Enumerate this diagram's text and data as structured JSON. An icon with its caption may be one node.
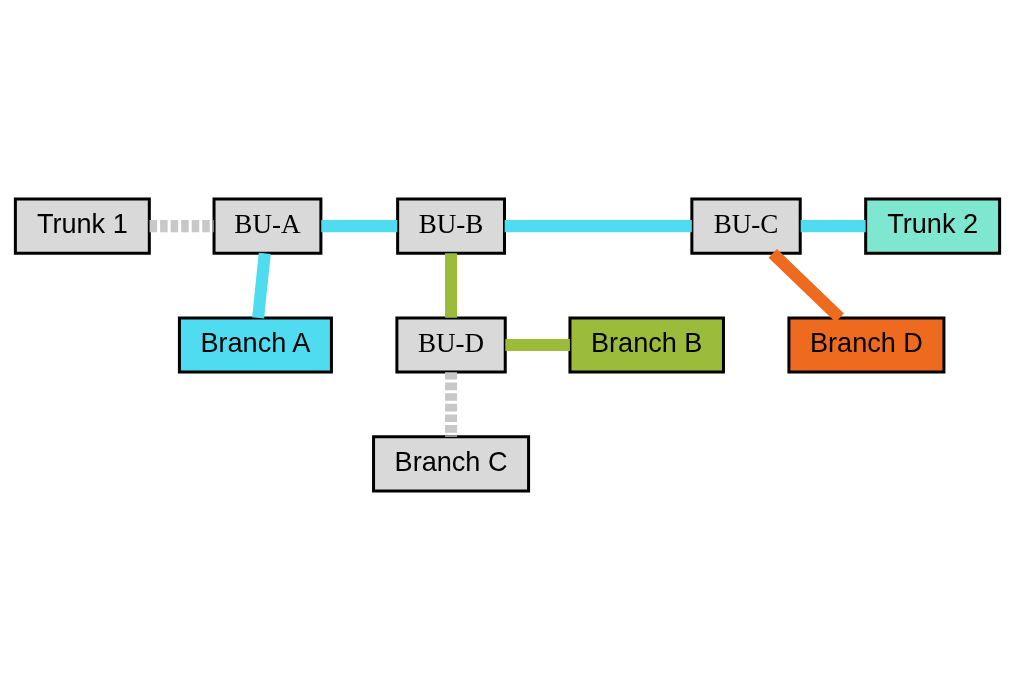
{
  "diagram": {
    "nodes": [
      {
        "text": [
          "Trunk 1"
        ]
      },
      {
        "text": [
          "BU-A"
        ]
      },
      {
        "text": [
          "BU-B"
        ]
      },
      {
        "text": [
          "BU-C"
        ]
      },
      {
        "text": [
          "Trunk 2"
        ]
      },
      {
        "text": [
          "Branch A"
        ]
      },
      {
        "text": [
          "Branch D"
        ]
      },
      {
        "text": [
          "Branch B"
        ]
      },
      {
        "text": [
          "BU-D"
        ]
      },
      {
        "text": [
          "Branch C"
        ]
      }
    ],
    "edges": [
      {
        "from": 0,
        "to": 1,
        "arrow": "none",
        "style": "dashed",
        "color": "#c8c8c8"
      },
      {
        "from": 1,
        "to": 2,
        "arrow": "none"
      },
      {
        "from": 2,
        "to": 3,
        "arrow": "none"
      },
      {
        "from": 3,
        "to": 4,
        "arrow": "none"
      },
      {
        "from": 1,
        "to": 5,
        "arrow": "none"
      },
      {
        "from": 2,
        "to": 8,
        "arrow": "none",
        "color": "#9bbb3b"
      },
      {
        "from": 3,
        "to": 6,
        "arrow": "none",
        "color": "#ee6a1e"
      },
      {
        "from": 8,
        "to": 7,
        "arrow": "none",
        "color": "#9bbb3b"
      },
      {
        "from": 8,
        "to": 9,
        "arrow": "none",
        "style": "dashed",
        "color": "#c8c8c8"
      }
    ]
  }
}
